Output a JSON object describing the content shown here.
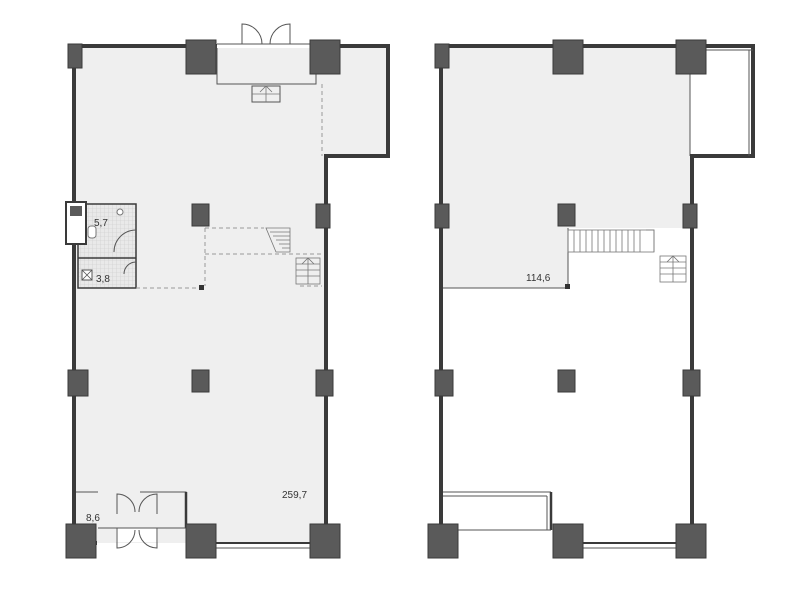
{
  "plan": {
    "first_floor": {
      "main_area": "259,7",
      "bathroom_area": "5,7",
      "utility_area": "3,8",
      "vestibule_area": "8,6"
    },
    "second_floor": {
      "mezzanine_area": "114,6"
    }
  }
}
